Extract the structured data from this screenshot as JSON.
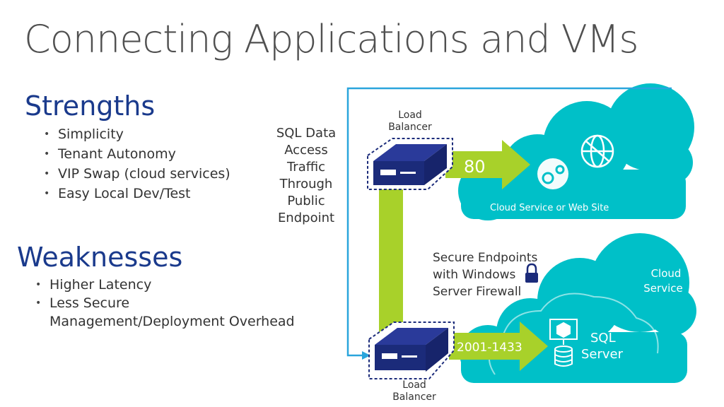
{
  "slide": {
    "title": "Connecting Applications and VMs",
    "strengths": {
      "heading": "Strengths",
      "items": [
        "Simplicity",
        "Tenant Autonomy",
        "VIP Swap (cloud services)",
        "Easy Local Dev/Test"
      ]
    },
    "weaknesses": {
      "heading": "Weaknesses",
      "items": [
        "Higher Latency",
        "Less Secure",
        "Management/Deployment Overhead"
      ]
    }
  },
  "diagram": {
    "sql_traffic_lines": [
      "SQL Data",
      "Access",
      "Traffic",
      "Through",
      "Public",
      "Endpoint"
    ],
    "load_balancer_top": [
      "Load",
      "Balancer"
    ],
    "load_balancer_bottom": [
      "Load",
      "Balancer"
    ],
    "port_top": "80",
    "port_bottom": "2001-1433",
    "cloud_top_label": "Cloud Service or Web Site",
    "cloud_bottom_label_lines": [
      "Cloud",
      "Service"
    ],
    "sql_server_lines": [
      "SQL",
      "Server"
    ],
    "secure_note_lines": [
      "Secure Endpoints",
      "with Windows",
      "Server Firewall"
    ],
    "colors": {
      "title_gray": "#505050",
      "heading_blue": "#1a3a8c",
      "cloud_teal": "#00c0c8",
      "arrow_green": "#a8d12a",
      "connector_blue": "#2aa5dc",
      "server_navy": "#1b2b7a"
    }
  }
}
